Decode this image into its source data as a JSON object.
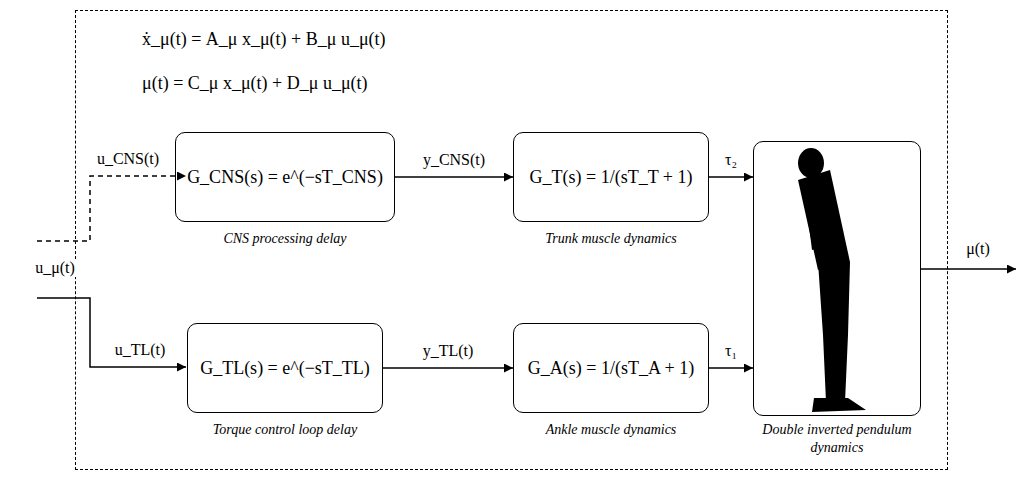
{
  "diagram": {
    "nodes": [
      {
        "text": [
          "ẋ_μ(t) = A_μ x_μ(t) + B_μ u_μ(t)",
          "μ(t) = C_μ x_μ(t) + D_μ u_μ(t)"
        ]
      },
      {
        "text": [
          "G_CNS(s) = e^(−sT_CNS)",
          "CNS processing delay"
        ],
        "in": 0
      },
      {
        "text": [
          "G_T(s) = 1/(sT_T + 1)",
          "Trunk muscle dynamics"
        ],
        "in": 0
      },
      {
        "text": [
          "Double inverted pendulum dynamics"
        ],
        "in": 0
      },
      {
        "text": [
          "G_TL(s) = e^(−sT_TL)",
          "Torque control loop delay"
        ],
        "in": 0
      },
      {
        "text": [
          "G_A(s) = 1/(sT_A + 1)",
          "Ankle muscle dynamics"
        ],
        "in": 0
      }
    ],
    "edges": [
      {
        "from": 1,
        "to": 2,
        "arrow": "to",
        "label": "y_CNS(t)"
      },
      {
        "from": 2,
        "to": 3,
        "arrow": "to",
        "label": "τ₂"
      },
      {
        "from": 4,
        "to": 5,
        "arrow": "to",
        "label": "y_TL(t)"
      },
      {
        "from": 5,
        "to": 3,
        "arrow": "to",
        "label": "τ₁"
      }
    ],
    "labels": [
      "u_μ(t)",
      "u_CNS(t)",
      "u_TL(t)",
      "μ(t)"
    ]
  }
}
